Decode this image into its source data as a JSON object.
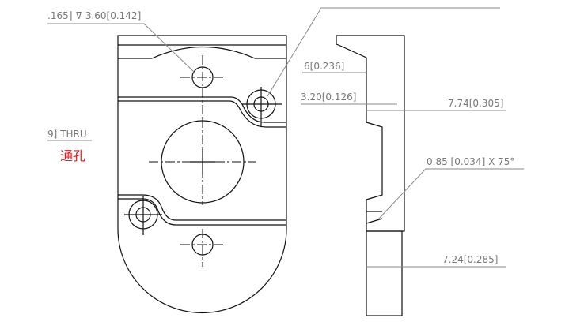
{
  "annotations": {
    "top_hole_callout": ".165] ⊽ 3.60[0.142]",
    "thru_callout": "9] THRU",
    "thru_chinese": "通孔",
    "dim_6": "6[0.236]",
    "dim_3_20": "3.20[0.126]",
    "dim_7_74": "7.74[0.305]",
    "chamfer": "0.85 [0.034] X 75°",
    "dim_7_24": "7.24[0.285]"
  },
  "colors": {
    "outline": "#111111",
    "dimension": "#888888",
    "note_red": "#d02020"
  }
}
